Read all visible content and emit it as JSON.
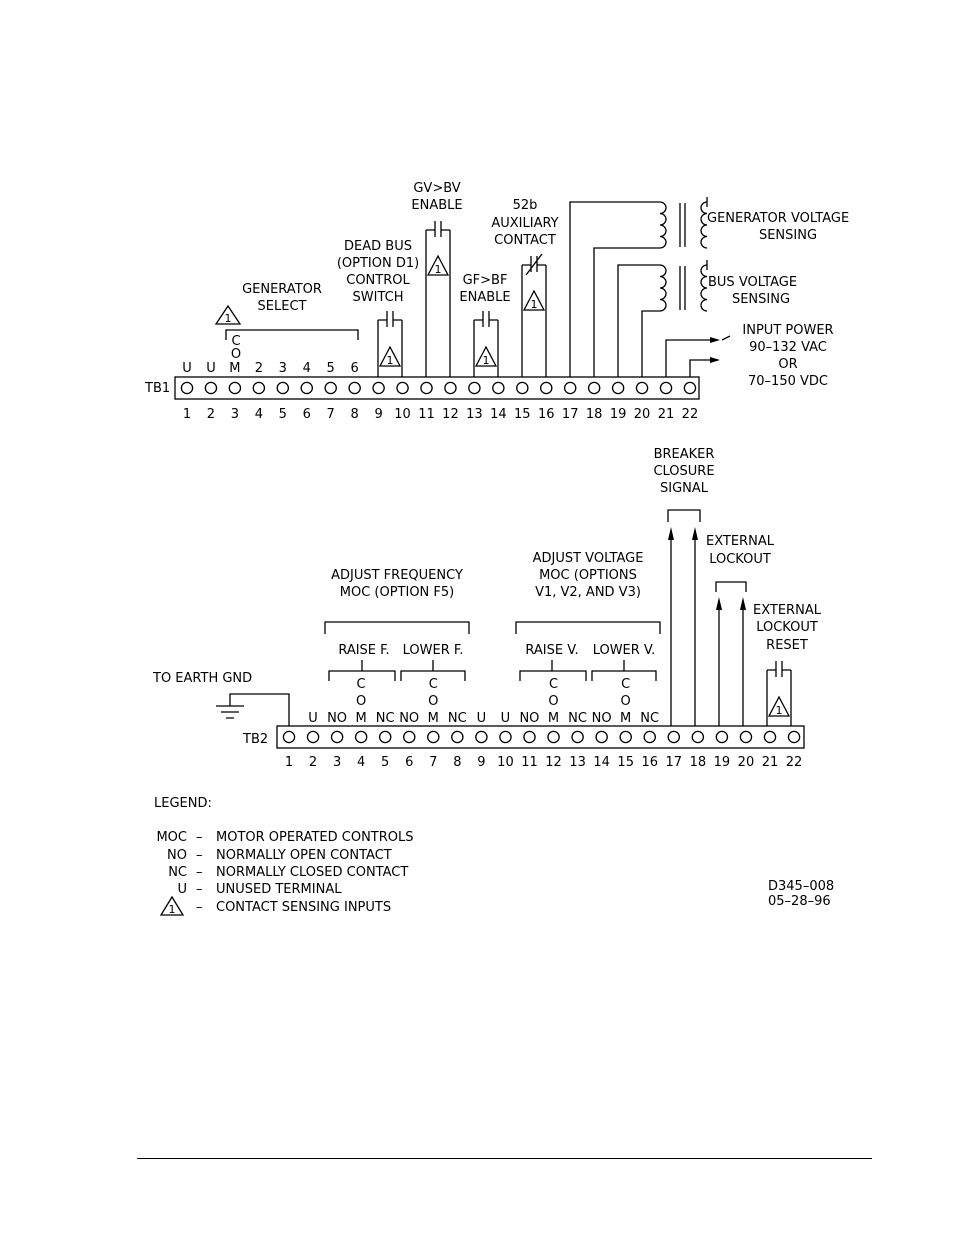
{
  "tb1": {
    "name": "TB1",
    "numbers": [
      "1",
      "2",
      "3",
      "4",
      "5",
      "6",
      "7",
      "8",
      "9",
      "10",
      "11",
      "12",
      "13",
      "14",
      "15",
      "16",
      "17",
      "18",
      "19",
      "20",
      "21",
      "22"
    ],
    "top_labels": [
      "U",
      "U",
      "M",
      "2",
      "3",
      "4",
      "5",
      "6"
    ],
    "com_letters": [
      "C",
      "O"
    ],
    "generator_select": [
      "GENERATOR",
      "SELECT"
    ],
    "dead_bus": [
      "DEAD BUS",
      "(OPTION D1)",
      "CONTROL",
      "SWITCH"
    ],
    "gv_bv": [
      "GV>BV",
      "ENABLE"
    ],
    "gf_bf": [
      "GF>BF",
      "ENABLE"
    ],
    "aux_contact": [
      "52b",
      "AUXILIARY",
      "CONTACT"
    ],
    "gen_voltage": [
      "GENERATOR VOLTAGE",
      "SENSING"
    ],
    "bus_voltage": [
      "BUS VOLTAGE",
      "SENSING"
    ],
    "input_power": [
      "INPUT POWER",
      "90–132 VAC",
      "OR",
      "70–150 VDC"
    ]
  },
  "tb2": {
    "name": "TB2",
    "numbers": [
      "1",
      "2",
      "3",
      "4",
      "5",
      "6",
      "7",
      "8",
      "9",
      "10",
      "11",
      "12",
      "13",
      "14",
      "15",
      "16",
      "17",
      "18",
      "19",
      "20",
      "21",
      "22"
    ],
    "contact_labels": [
      "U",
      "NO",
      "M",
      "NC",
      "NO",
      "M",
      "NC",
      "U",
      "U",
      "NO",
      "M",
      "NC",
      "NO",
      "M",
      "NC"
    ],
    "earth_gnd": "TO EARTH GND",
    "adjust_freq": [
      "ADJUST FREQUENCY",
      "MOC (OPTION F5)"
    ],
    "adjust_volt": [
      "ADJUST VOLTAGE",
      "MOC (OPTIONS",
      "V1, V2, AND V3)"
    ],
    "raise_f": "RAISE F.",
    "lower_f": "LOWER F.",
    "raise_v": "RAISE V.",
    "lower_v": "LOWER V.",
    "com_letters": [
      "C",
      "O"
    ],
    "breaker": [
      "BREAKER",
      "CLOSURE",
      "SIGNAL"
    ],
    "ext_lockout": [
      "EXTERNAL",
      "LOCKOUT"
    ],
    "ext_reset": [
      "EXTERNAL",
      "LOCKOUT",
      "RESET"
    ]
  },
  "legend": {
    "title": "LEGEND:",
    "items": [
      {
        "key": "MOC",
        "desc": "MOTOR OPERATED CONTROLS"
      },
      {
        "key": "NO",
        "desc": "NORMALLY OPEN CONTACT"
      },
      {
        "key": "NC",
        "desc": "NORMALLY CLOSED CONTACT"
      },
      {
        "key": "U",
        "desc": "UNUSED TERMINAL"
      }
    ],
    "dash": "–",
    "triangle_desc": "CONTACT SENSING INPUTS"
  },
  "triangle_number": "1",
  "drawing_number": "D345–008",
  "drawing_date": "05–28–96"
}
